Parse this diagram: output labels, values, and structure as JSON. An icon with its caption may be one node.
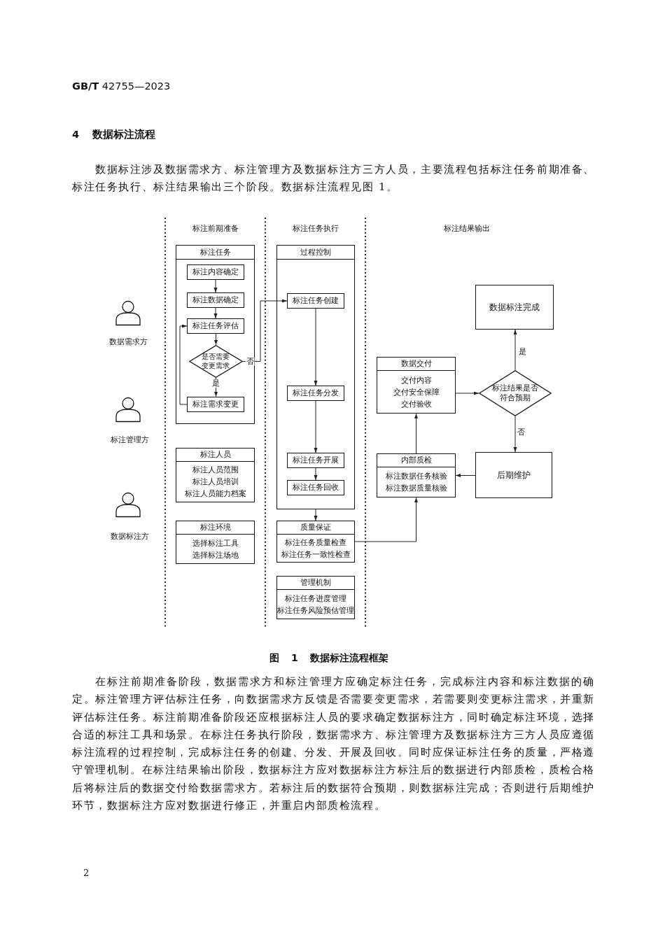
{
  "diagram": {
    "caption": "图 1 数据标注流程框架",
    "nodes": [
      {
        "text": [
          "标注任务"
        ]
      },
      {
        "text": [
          "标注内容确定"
        ],
        "in": 0
      },
      {
        "text": [
          "标注数据确定"
        ],
        "in": 0
      },
      {
        "text": [
          "标注任务评估"
        ],
        "in": 0
      },
      {
        "text": [
          "是否需要变更需求"
        ],
        "in": 0
      },
      {
        "text": [
          "标注需求变更"
        ],
        "in": 0
      },
      {
        "text": [
          "标注人员",
          "标注人员范围",
          "标注人员培训",
          "标注人员能力档案"
        ]
      },
      {
        "text": [
          "标注环境",
          "选择标注工具",
          "选择标注场地"
        ]
      },
      {
        "text": [
          "过程控制"
        ]
      },
      {
        "text": [
          "标注任务创建"
        ],
        "in": 8
      },
      {
        "text": [
          "标注任务分发"
        ],
        "in": 8
      },
      {
        "text": [
          "标注任务开展"
        ],
        "in": 8
      },
      {
        "text": [
          "标注任务回收"
        ],
        "in": 8
      },
      {
        "text": [
          "质量保证",
          "标注任务质量检查",
          "标注任务一致性检查"
        ]
      },
      {
        "text": [
          "管理机制",
          "标注任务进度管理",
          "标注任务风险预估管理"
        ]
      },
      {
        "text": [
          "数据标注完成"
        ]
      },
      {
        "text": [
          "数据交付",
          "交付内容",
          "交付安全保障",
          "交付验收"
        ]
      },
      {
        "text": [
          "标注结果是否符合预期"
        ]
      },
      {
        "text": [
          "内部质检",
          "标注数据任务核验",
          "标注数据质量核验"
        ]
      },
      {
        "text": [
          "后期维护"
        ]
      }
    ],
    "edges": [
      {
        "from": 1,
        "to": 2,
        "arrow": "to"
      },
      {
        "from": 2,
        "to": 3,
        "arrow": "to"
      },
      {
        "from": 3,
        "to": 4,
        "arrow": "to"
      },
      {
        "from": 4,
        "to": 5,
        "arrow": "to",
        "label": "是"
      },
      {
        "from": 5,
        "to": 3,
        "arrow": "to"
      },
      {
        "from": 4,
        "to": 9,
        "arrow": "to",
        "label": "否"
      },
      {
        "from": 9,
        "to": 10,
        "arrow": "to"
      },
      {
        "from": 10,
        "to": 11,
        "arrow": "to"
      },
      {
        "from": 11,
        "to": 12,
        "arrow": "to"
      },
      {
        "from": 8,
        "to": 13,
        "arrow": "to"
      },
      {
        "from": 13,
        "to": 18,
        "arrow": "to"
      },
      {
        "from": 18,
        "to": 16,
        "arrow": "to"
      },
      {
        "from": 16,
        "to": 17,
        "arrow": "to"
      },
      {
        "from": 17,
        "to": 15,
        "arrow": "to",
        "label": "是"
      },
      {
        "from": 17,
        "to": 19,
        "arrow": "to",
        "label": "否"
      },
      {
        "from": 19,
        "to": 18,
        "arrow": "to"
      }
    ],
    "labels": [
      "**GB/T** 42755—2023",
      "4 数据标注流程",
      "数据标注涉及数据需求方、标注管理方及数据标注方三方人员，主要流程包括标注任务前期准备、标注任务执行、标注结果输出三个阶段。数据标注流程见图 1。",
      "标注前期准备",
      "标注任务执行",
      "标注结果输出",
      "数据需求方",
      "标注管理方",
      "数据标注方",
      "在标注前期准备阶段，数据需求方和标注管理方应确定标注任务，完成标注内容和标注数据的确定。标注管理方评估标注任务，向数据需求方反馈是否需要变更需求，若需要则变更标注需求，并重新评估标注任务。标注前期准备阶段还应根据标注人员的要求确定数据标注方，同时确定标注环境，选择合适的标注工具和场景。在标注任务执行阶段，数据需求方、标注管理方及数据标注方三方人员应遵循标注流程的过程控制，完成标注任务的创建、分发、开展及回收。同时应保证标注任务的质量，严格遵守管理机制。在标注结果输出阶段，数据标注方应对数据标注方标注后的数据进行内部质检，质检合格后将标注后的数据交付给数据需求方。若标注后的数据符合预期，则数据标注完成；否则进行后期维护环节，数据标注方应对数据进行修正，并重启内部质检流程。",
      "2"
    ]
  }
}
